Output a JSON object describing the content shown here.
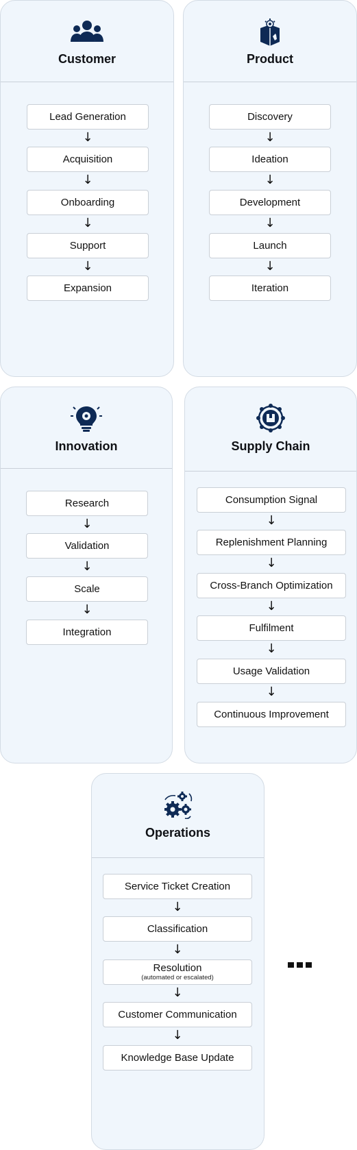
{
  "cards": [
    {
      "id": "customer",
      "title": "Customer",
      "icon": "people-group-icon",
      "steps": [
        {
          "label": "Lead Generation"
        },
        {
          "label": "Acquisition"
        },
        {
          "label": "Onboarding"
        },
        {
          "label": "Support"
        },
        {
          "label": "Expansion"
        }
      ]
    },
    {
      "id": "product",
      "title": "Product",
      "icon": "product-box-gear-icon",
      "steps": [
        {
          "label": "Discovery"
        },
        {
          "label": "Ideation"
        },
        {
          "label": "Development"
        },
        {
          "label": "Launch"
        },
        {
          "label": "Iteration"
        }
      ]
    },
    {
      "id": "innovation",
      "title": "Innovation",
      "icon": "lightbulb-gear-icon",
      "steps": [
        {
          "label": "Research"
        },
        {
          "label": "Validation"
        },
        {
          "label": "Scale"
        },
        {
          "label": "Integration"
        }
      ]
    },
    {
      "id": "supply-chain",
      "title": "Supply Chain",
      "icon": "supply-network-icon",
      "steps": [
        {
          "label": "Consumption Signal"
        },
        {
          "label": "Replenishment Planning"
        },
        {
          "label": "Cross-Branch Optimization"
        },
        {
          "label": "Fulfilment"
        },
        {
          "label": "Usage Validation"
        },
        {
          "label": "Continuous Improvement"
        }
      ]
    },
    {
      "id": "operations",
      "title": "Operations",
      "icon": "gears-cycle-icon",
      "steps": [
        {
          "label": "Service Ticket Creation"
        },
        {
          "label": "Classification"
        },
        {
          "label": "Resolution",
          "sublabel": "(automated or escalated)"
        },
        {
          "label": "Customer Communication"
        },
        {
          "label": "Knowledge Base Update"
        }
      ]
    }
  ],
  "arrow_glyph": "↓",
  "more_indicator": "more-dots-icon",
  "colors": {
    "card_bg": "#f0f6fc",
    "card_border": "#d3dbe4",
    "icon_navy": "#0e2a55",
    "step_border": "#c9cfd6"
  }
}
